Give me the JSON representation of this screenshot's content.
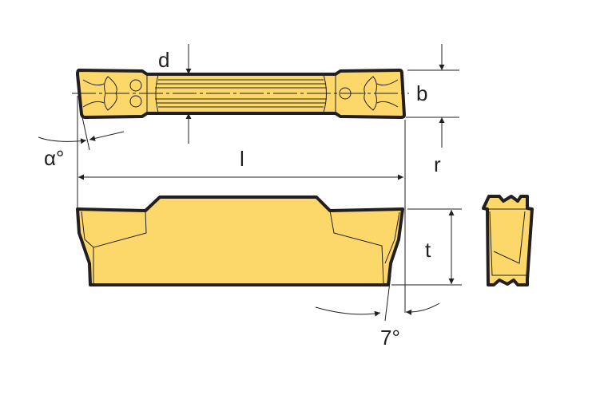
{
  "colors": {
    "insert_fill": "#fcd86a",
    "outline": "#231f20"
  },
  "labels": {
    "d": "d",
    "b": "b",
    "r": "r",
    "l": "l",
    "alpha": "α°",
    "t": "t",
    "angle_7": "7°"
  }
}
